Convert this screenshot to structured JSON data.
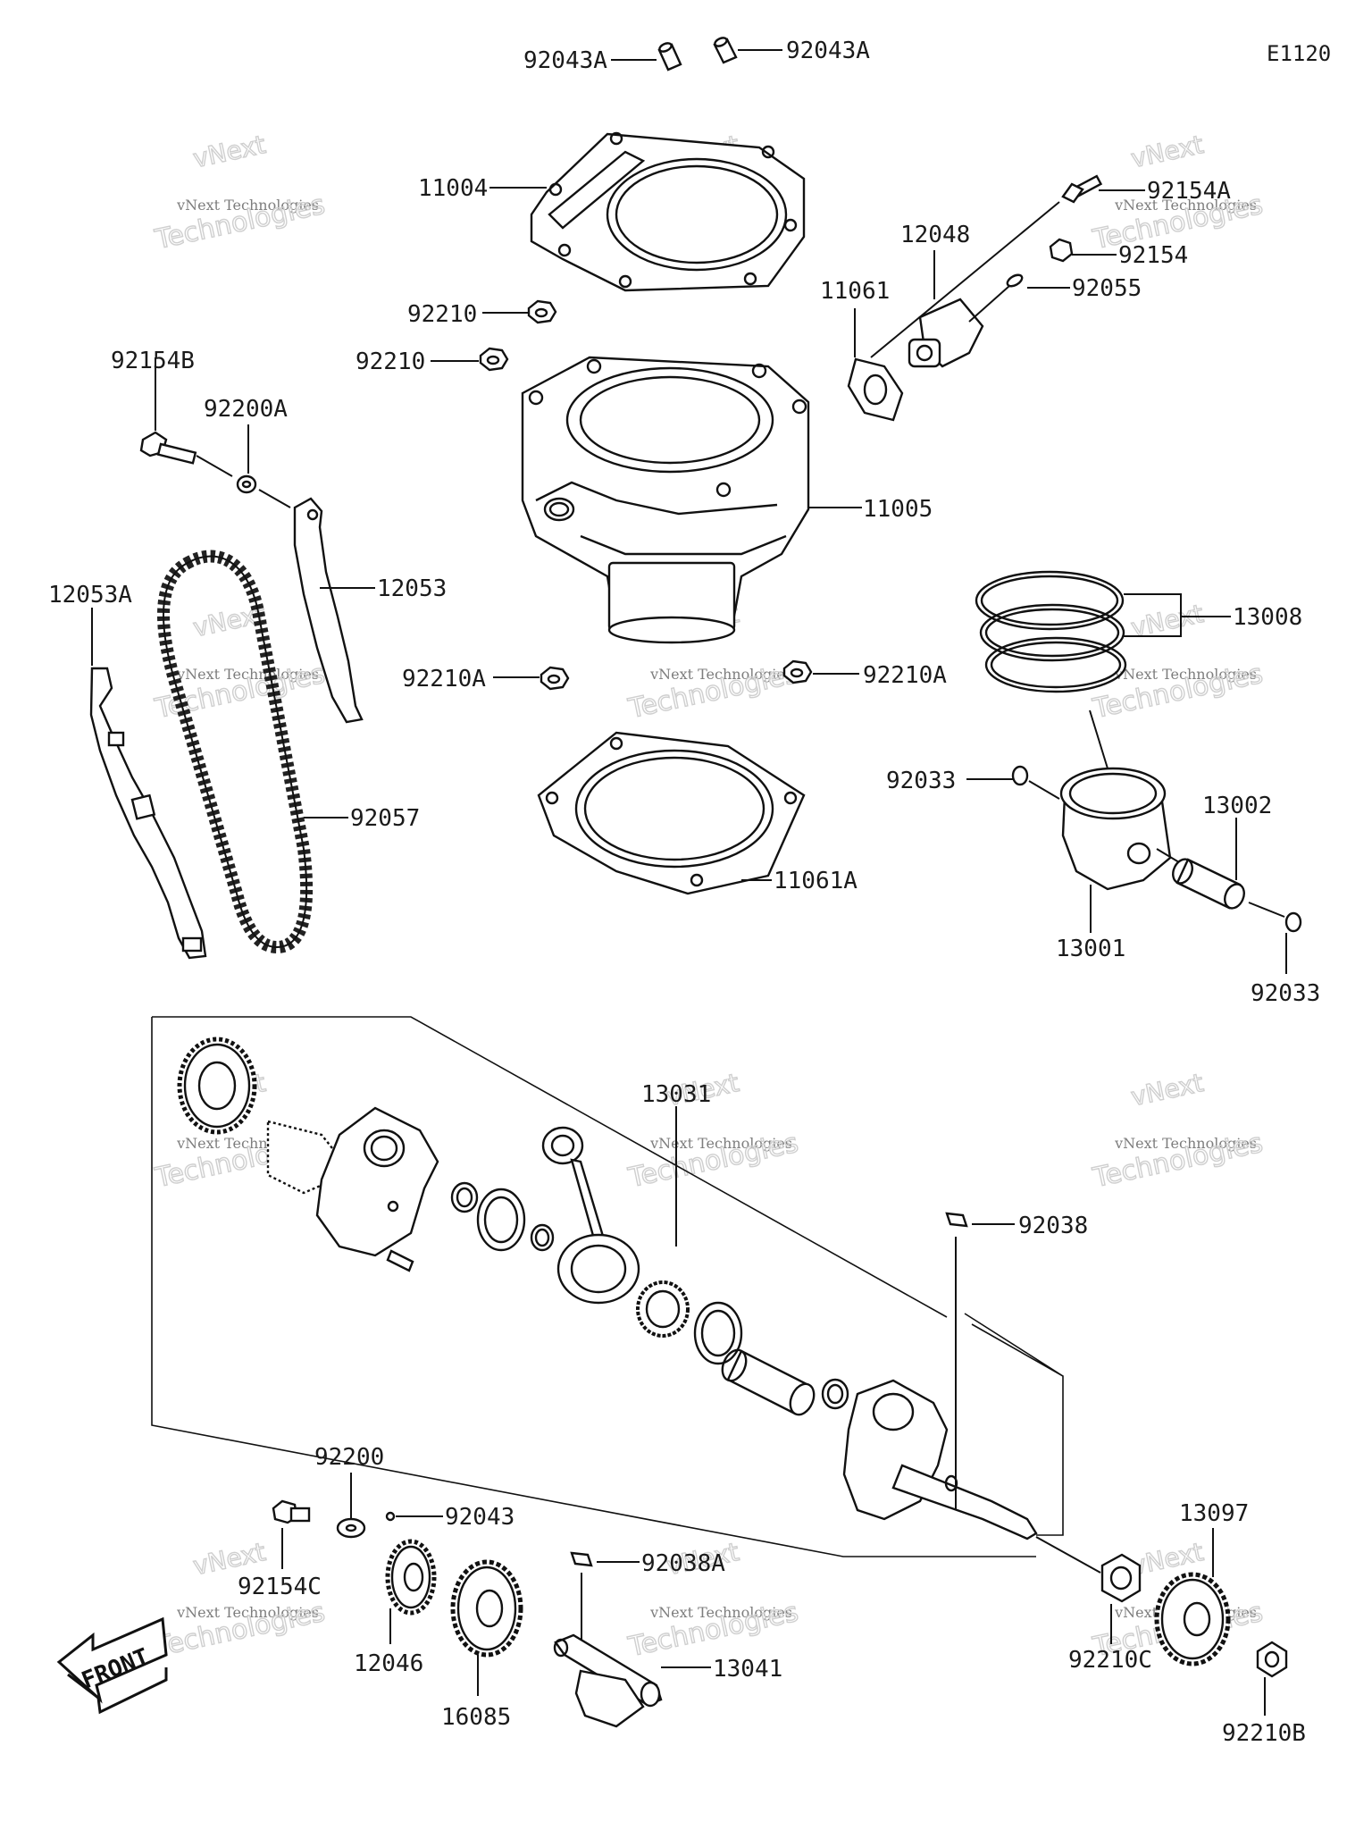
{
  "diagram_code": "E1120",
  "front_label": "FRONT",
  "watermark": {
    "line1": "vNext Technologies",
    "line2": "vNext",
    "line3": "Technologies"
  },
  "parts": {
    "p92043A_left": "92043A",
    "p92043A_right": "92043A",
    "p11004": "11004",
    "p92154A": "92154A",
    "p92154": "92154",
    "p12048": "12048",
    "p92055": "92055",
    "p11061": "11061",
    "p92210_top": "92210",
    "p92210_bottom": "92210",
    "p92154B": "92154B",
    "p92200A": "92200A",
    "p11005": "11005",
    "p12053A": "12053A",
    "p12053": "12053",
    "p13008": "13008",
    "p92210A_left": "92210A",
    "p92210A_right": "92210A",
    "p92033_left": "92033",
    "p13002": "13002",
    "p92057": "92057",
    "p11061A": "11061A",
    "p13001": "13001",
    "p92033_right": "92033",
    "p13031": "13031",
    "p92038": "92038",
    "p92200": "92200",
    "p92043": "92043",
    "p13097": "13097",
    "p92154C": "92154C",
    "p92038A": "92038A",
    "p12046": "12046",
    "p13041": "13041",
    "p92210C": "92210C",
    "p16085": "16085",
    "p92210B": "92210B"
  }
}
